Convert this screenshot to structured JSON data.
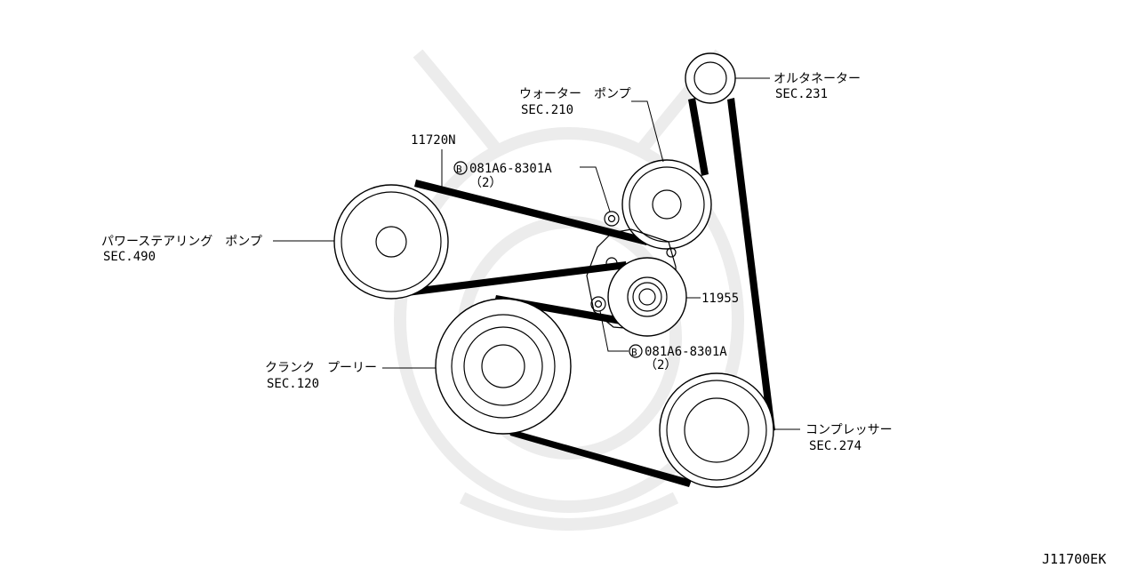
{
  "diagram_id": "J11700EK",
  "labels": {
    "alternator": {
      "name": "オルタネーター",
      "sec": "SEC.231"
    },
    "water_pump": {
      "name": "ウォーター　ポンプ",
      "sec": "SEC.210"
    },
    "belt_part": {
      "name": "11720N"
    },
    "bolt_upper": {
      "mark": "B",
      "part": "081A6-8301A",
      "qty": "（2）"
    },
    "power_steering": {
      "name": "パワーステアリング　ポンプ",
      "sec": "SEC.490"
    },
    "tensioner": {
      "name": "11955"
    },
    "bolt_lower": {
      "mark": "B",
      "part": "081A6-8301A",
      "qty": "（2）"
    },
    "crank_pulley": {
      "name": "クランク　プーリー",
      "sec": "SEC.120"
    },
    "compressor": {
      "name": "コンプレッサー",
      "sec": "SEC.274"
    }
  },
  "colors": {
    "ink": "#000000",
    "watermark": "#ececec",
    "background": "#ffffff"
  }
}
